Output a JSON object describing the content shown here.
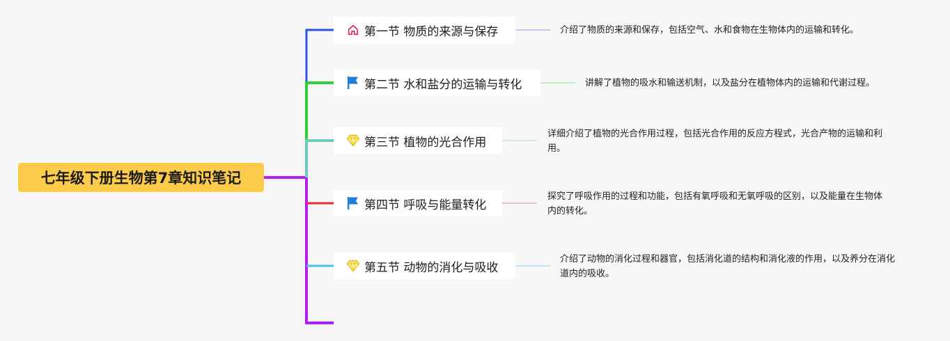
{
  "root": {
    "title": "七年级下册生物第7章知识笔记",
    "color": "#fccb4a",
    "branch_color": "#b11ef0"
  },
  "branches": [
    {
      "title": "第一节 物质的来源与保存",
      "icon": "house-icon",
      "color": "#2b52e0",
      "description": "介绍了物质的来源和保存，包括空气、水和食物在生物体内的运输和转化。"
    },
    {
      "title": "第二节 水和盐分的运输与转化",
      "icon": "flag-icon",
      "color": "#2ecf3a",
      "description": "讲解了植物的吸水和输送机制，以及盐分在植物体内的运输和代谢过程。"
    },
    {
      "title": "第三节 植物的光合作用",
      "icon": "diamond-icon",
      "color": "#6ccbbd",
      "description": "详细介绍了植物的光合作用过程，包括光合作用的反应方程式，光合产物的运输和利用。"
    },
    {
      "title": "第四节 呼吸与能量转化",
      "icon": "flag-icon",
      "color": "#e62a3a",
      "description": "探究了呼吸作用的过程和功能，包括有氧呼吸和无氧呼吸的区别，以及能量在生物体内的转化。"
    },
    {
      "title": "第五节 动物的消化与吸收",
      "icon": "diamond-icon",
      "color": "#43c3ea",
      "description": "介绍了动物的消化过程和器官，包括消化道的结构和消化液的作用，以及养分在消化道内的吸收。"
    }
  ]
}
